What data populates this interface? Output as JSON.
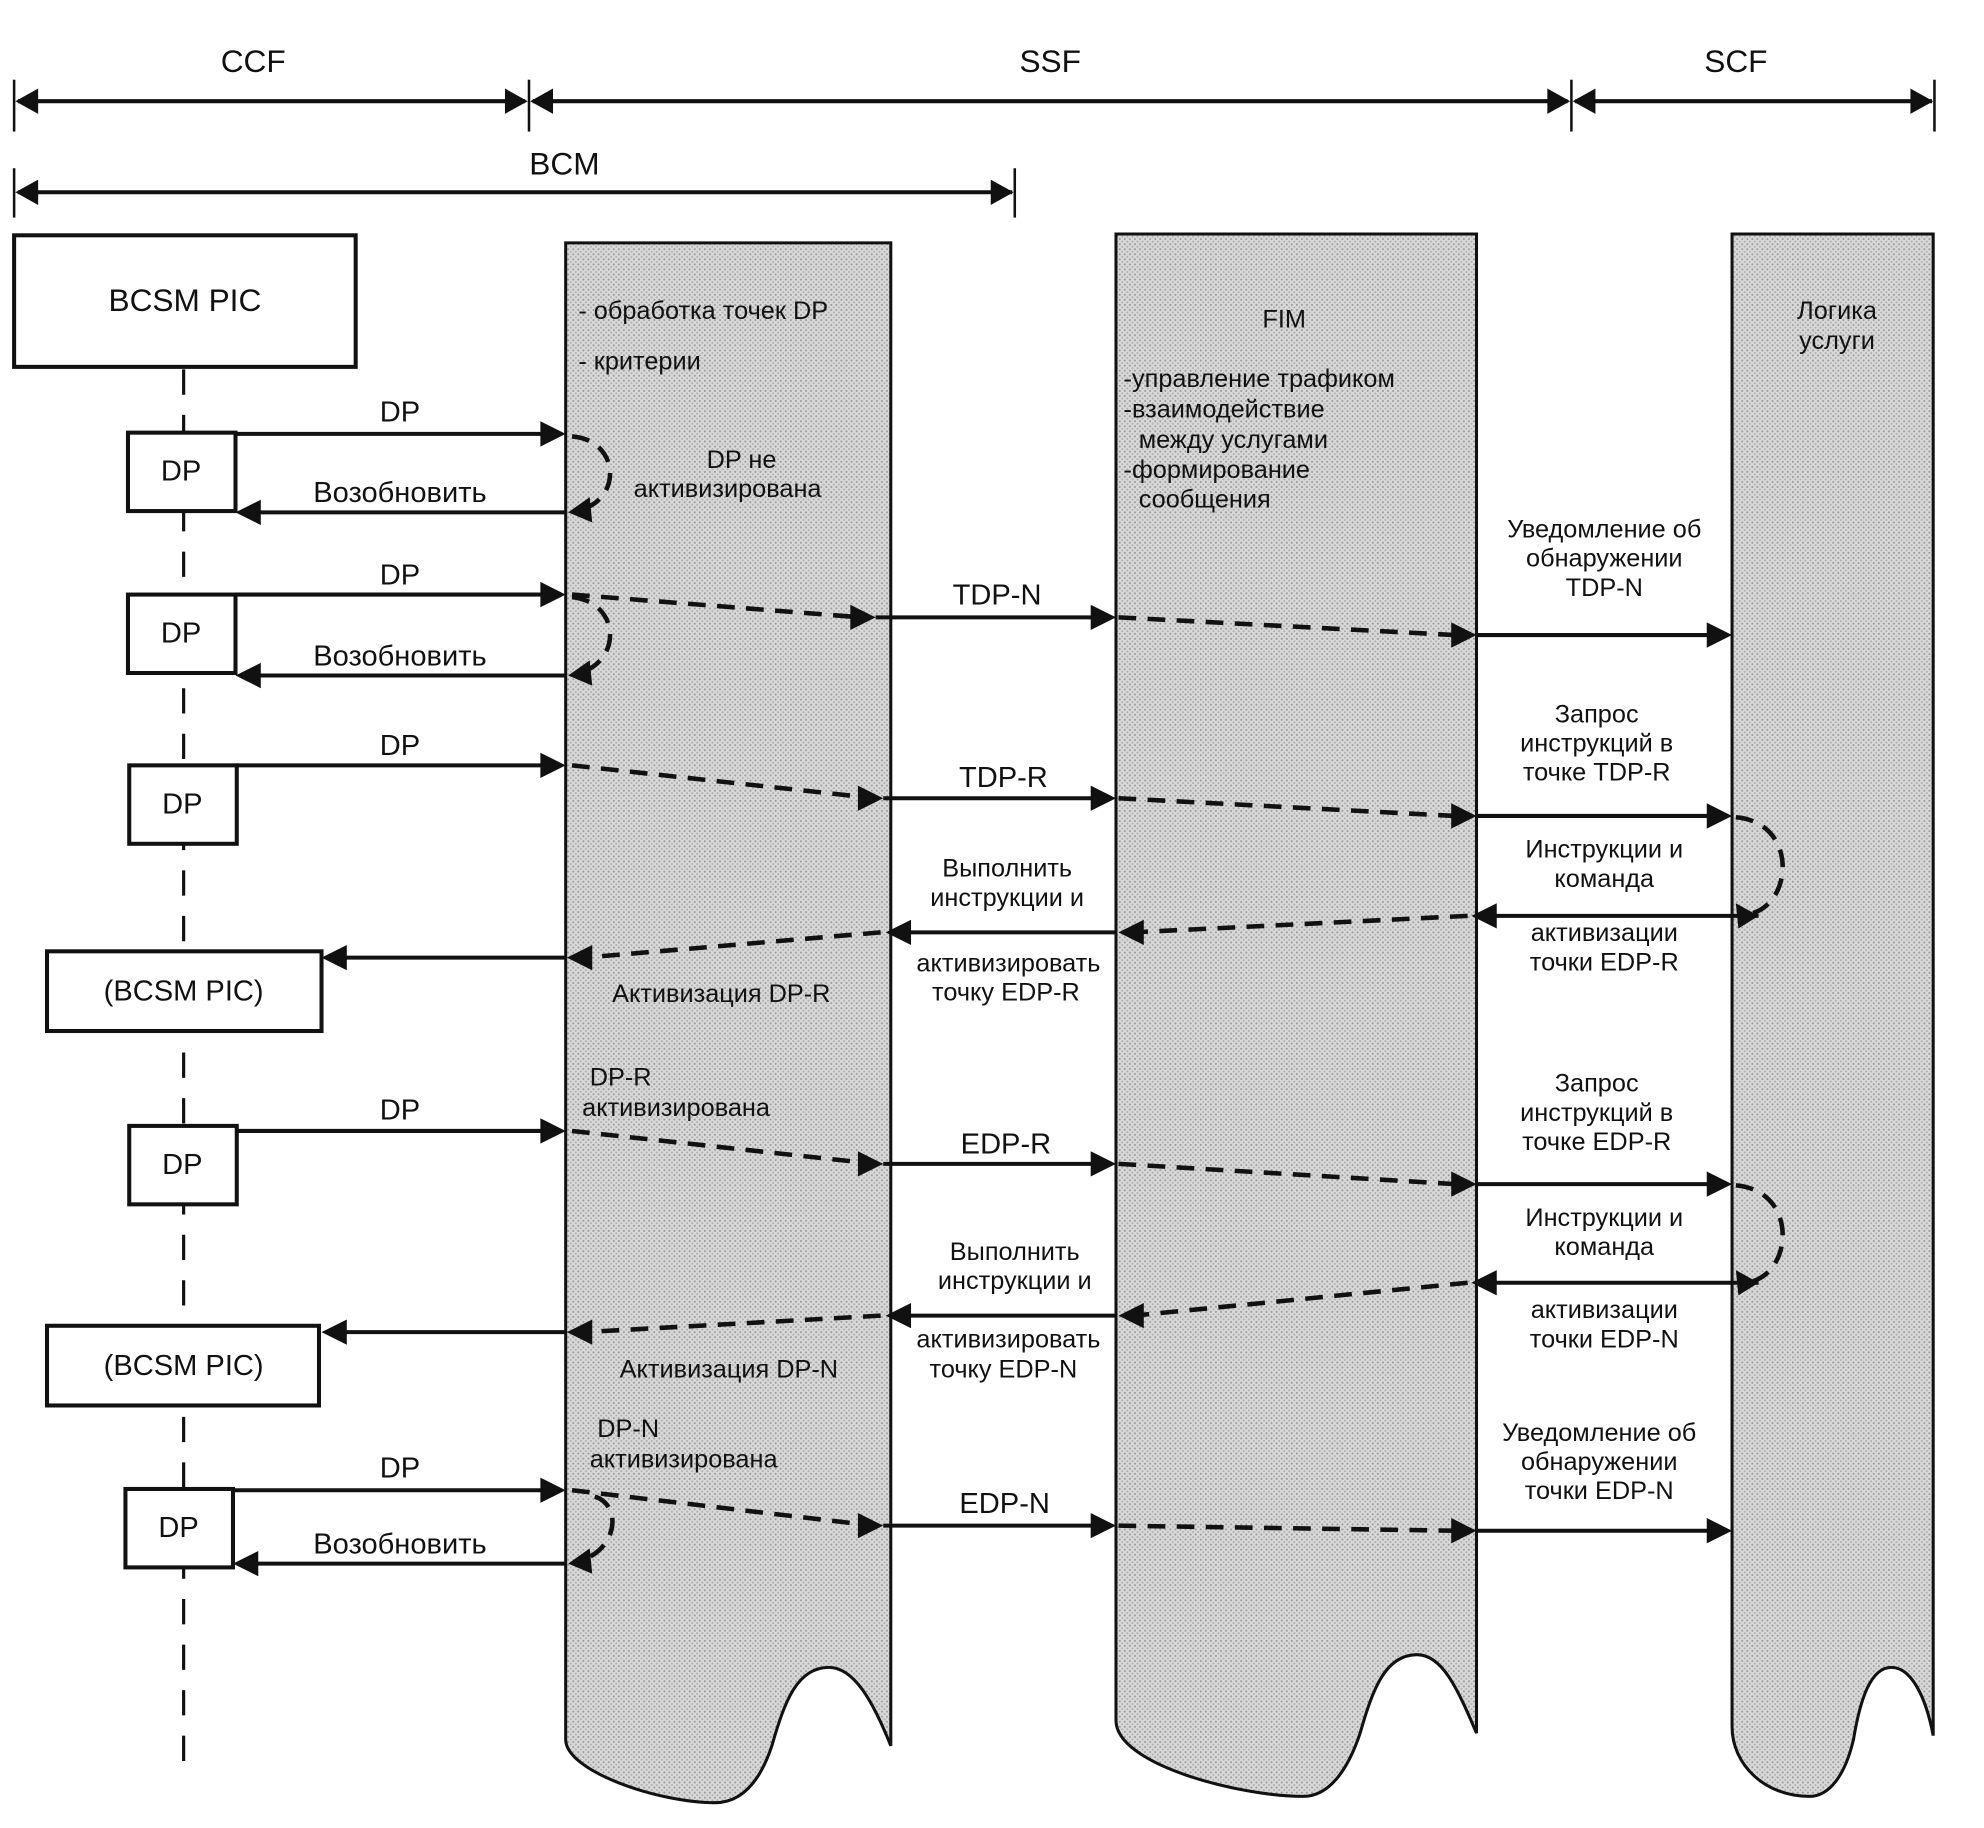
{
  "header": {
    "ccf": "CCF",
    "ssf": "SSF",
    "scf": "SCF",
    "bcm": "BCM"
  },
  "ccf": {
    "bcsm_pic": "BCSM PIC",
    "bcsm_pic_paren": "(BCSM PIC)",
    "dp_box": "DP",
    "dp_arrow": "DP",
    "resume": "Возобновить"
  },
  "bcm_column": {
    "items": [
      "- обработка точек DP",
      "- критерии"
    ],
    "dp_not_active": [
      "DP не",
      "активизирована"
    ],
    "activate_dp_r": "Активизация DP-R",
    "dp_r_active": [
      "DP-R",
      "активизирована"
    ],
    "activate_dp_n": "Активизация DP-N",
    "dp_n_active": [
      "DP-N",
      "активизирована"
    ]
  },
  "ssf_messages": {
    "tdp_n": "TDP-N",
    "tdp_r": "TDP-R",
    "edp_r": "EDP-R",
    "edp_n": "EDP-N",
    "execute_r": [
      "Выполнить",
      "инструкции и",
      "активизировать",
      "точку EDP-R"
    ],
    "execute_n": [
      "Выполнить",
      "инструкции и",
      "активизировать",
      "точку EDP-N"
    ]
  },
  "fim_column": {
    "title": "FIM",
    "items": [
      "-управление трафиком",
      "-взаимодействие",
      "между услугами",
      "-формирование",
      "сообщения"
    ]
  },
  "scf_messages": {
    "notify_tdp_n": [
      "Уведомление об",
      "обнаружении",
      "TDP-N"
    ],
    "request_tdp_r": [
      "Запрос",
      "инструкций в",
      "точке TDP-R"
    ],
    "instr_r": [
      "Инструкции и",
      "команда"
    ],
    "activate_edp_r": [
      "активизации",
      "точки EDP-R"
    ],
    "request_edp_r": [
      "Запрос",
      "инструкций в",
      "точке EDP-R"
    ],
    "instr_n": [
      "Инструкции и",
      "команда"
    ],
    "activate_edp_n": [
      "активизации",
      "точки EDP-N"
    ],
    "notify_edp_n": [
      "Уведомление об",
      "обнаружении",
      "точки EDP-N"
    ]
  },
  "scf_column": {
    "title": [
      "Логика",
      "услуги"
    ]
  }
}
